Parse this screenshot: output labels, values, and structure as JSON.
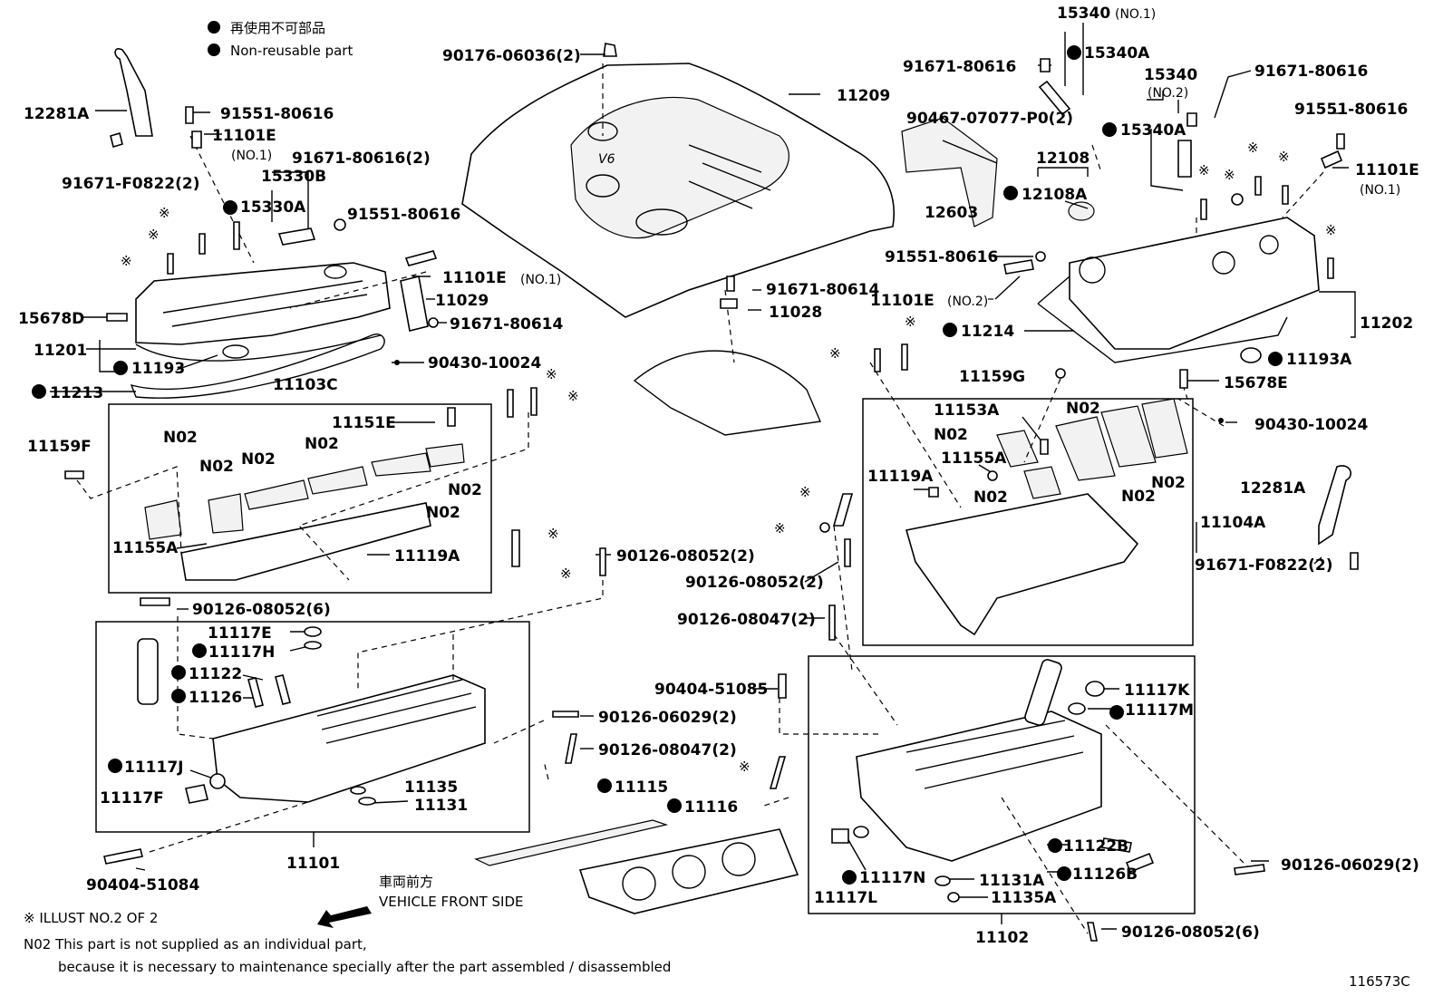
{
  "legend": {
    "jp": "再使用不可部品",
    "en": "Non-reusable part"
  },
  "figure_id": "116573C",
  "direction": {
    "jp": "車両前方",
    "en": "VEHICLE FRONT SIDE"
  },
  "notes": {
    "illust": "※ ILLUST NO.2 OF 2",
    "n02_line1": "N02 This part is not supplied as an individual part,",
    "n02_line2": "because it is necessary to maintenance specially after the part assembled / disassembled"
  },
  "labels": {
    "p12281A_l": "12281A",
    "p91551_80616_a": "91551-80616",
    "p11101E_a": "11101E",
    "no1_a": "(NO.1)",
    "p91671_F0822_l": "91671-F0822(2)",
    "p15330B": "15330B",
    "p15330A": "15330A",
    "p91671_80616_2": "91671-80616(2)",
    "p91551_80616_b": "91551-80616",
    "p15678D": "15678D",
    "p11101E_no1_b": "11101E",
    "no1_b": "(NO.1)",
    "p11029": "11029",
    "p91671_80614_a": "91671-80614",
    "p11201": "11201",
    "p11193": "11193",
    "p11213": "11213",
    "p90430_10024_a": "90430-10024",
    "p11103C": "11103C",
    "p11159F": "11159F",
    "p11151E": "11151E",
    "n02_1": "N02",
    "n02_2": "N02",
    "n02_3": "N02",
    "n02_4": "N02",
    "n02_5": "N02",
    "n02_6": "N02",
    "p11155A_l": "11155A",
    "p11119A_l": "11119A",
    "p90126_08052_6_l": "90126-08052(6)",
    "p90176_06036": "90176-06036(2)",
    "p11209": "11209",
    "p90126_08052_2_a": "90126-08052(2)",
    "p11117E": "11117E",
    "p11117H": "11117H",
    "p11122": "11122",
    "p11126": "11126",
    "p11117J": "11117J",
    "p11117F": "11117F",
    "p11135": "11135",
    "p11131": "11131",
    "p11101": "11101",
    "p90404_51084": "90404-51084",
    "p90126_06029_2_a": "90126-06029(2)",
    "p90126_08047_2_a": "90126-08047(2)",
    "p11115": "11115",
    "p11116": "11116",
    "p91671_80614_b": "91671-80614",
    "p11028": "11028",
    "p15340_no1": "15340",
    "no1_c": "(NO.1)",
    "p15340A_a": "15340A",
    "p91671_80616_c": "91671-80616",
    "p15340_no2": "15340",
    "no2_a": "(NO.2)",
    "p15340A_b": "15340A",
    "p91671_80616_d": "91671-80616",
    "p90467_07077": "90467-07077-P0(2)",
    "p12108": "12108",
    "p12108A": "12108A",
    "p12603": "12603",
    "p91551_80616_c": "91551-80616",
    "p91551_80616_d": "91551-80616",
    "p11101E_r": "11101E",
    "no1_d": "(NO.1)",
    "p11101E_no2": "11101E",
    "no2_b": "(NO.2)",
    "p11214": "11214",
    "p11202": "11202",
    "p11193A": "11193A",
    "p15678E": "15678E",
    "p11159G": "11159G",
    "p11153A": "11153A",
    "n02_7": "N02",
    "n02_8": "N02",
    "n02_9": "N02",
    "n02_10": "N02",
    "n02_11": "N02",
    "p11155A_r": "11155A",
    "p11119A_r": "11119A",
    "p90430_10024_b": "90430-10024",
    "p11104A": "11104A",
    "p12281A_r": "12281A",
    "p91671_F0822_r": "91671-F0822(2)",
    "p90126_08052_2_b": "90126-08052(2)",
    "p90126_08047_2_b": "90126-08047(2)",
    "p90404_51085": "90404-51085",
    "p11117K": "11117K",
    "p11117M": "11117M",
    "p11122B": "11122B",
    "p11126B": "11126B",
    "p11117N": "11117N",
    "p11117L": "11117L",
    "p11131A": "11131A",
    "p11135A": "11135A",
    "p11102": "11102",
    "p90126_06029_2_b": "90126-06029(2)",
    "p90126_08052_6_r": "90126-08052(6)"
  },
  "colors": {
    "ink": "#000000",
    "paper": "#ffffff"
  }
}
